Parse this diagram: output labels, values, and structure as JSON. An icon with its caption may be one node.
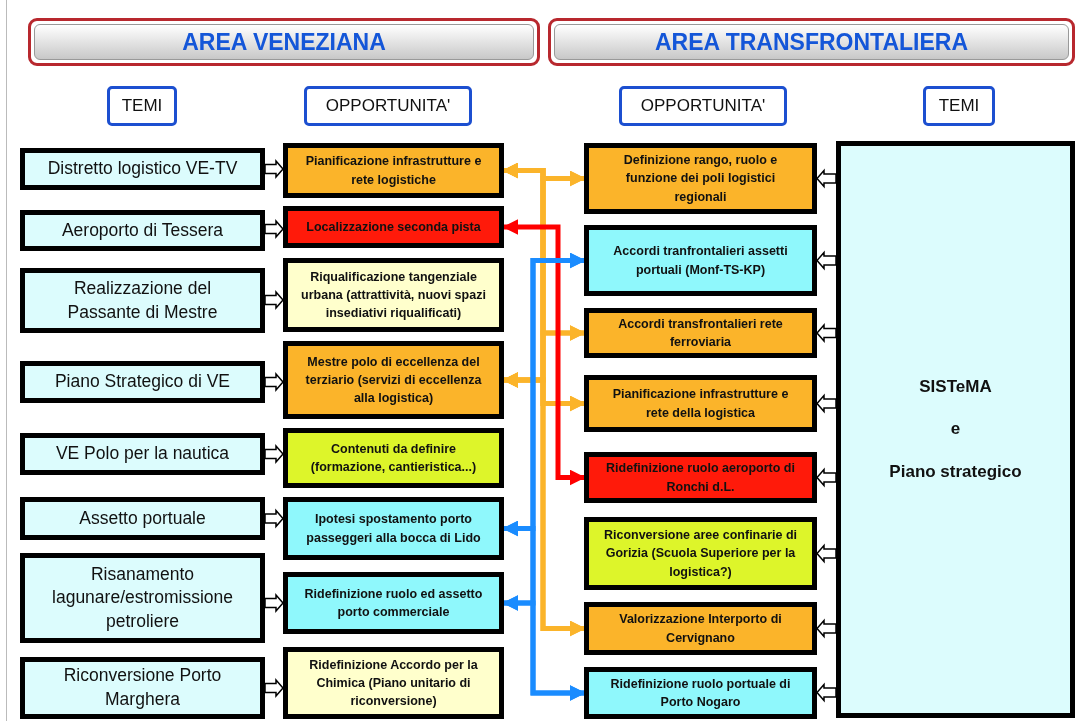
{
  "diagram": {
    "nodes": [
      {
        "text": [
          "AREA VENEZIANA"
        ]
      },
      {
        "text": [
          "AREA TRANSFRONTALIERA"
        ]
      },
      {
        "text": [
          "TEMI"
        ]
      },
      {
        "text": [
          "OPPORTUNITA'"
        ]
      },
      {
        "text": [
          "OPPORTUNITA'"
        ]
      },
      {
        "text": [
          "TEMI"
        ]
      },
      {
        "text": [
          "Distretto logistico VE-TV"
        ]
      },
      {
        "text": [
          "Aeroporto di Tessera"
        ]
      },
      {
        "text": [
          "Realizzazione del Passante di Mestre"
        ]
      },
      {
        "text": [
          "Piano Strategico di VE"
        ]
      },
      {
        "text": [
          "VE Polo per la nautica"
        ]
      },
      {
        "text": [
          "Assetto portuale"
        ]
      },
      {
        "text": [
          "Risanamento lagunare/estromissione petroliere"
        ]
      },
      {
        "text": [
          "Riconversione Porto Marghera"
        ]
      },
      {
        "text": [
          "Pianificazione infrastrutture e rete logistiche"
        ]
      },
      {
        "text": [
          "Localizzazione seconda pista"
        ]
      },
      {
        "text": [
          "Riqualificazione tangenziale urbana (attrattività, nuovi spazi insediativi riqualificati)"
        ]
      },
      {
        "text": [
          "Mestre polo di eccellenza del terziario (servizi di eccellenza alla logistica)"
        ]
      },
      {
        "text": [
          "Contenuti da definire (formazione, cantieristica...)"
        ]
      },
      {
        "text": [
          "Ipotesi spostamento porto passeggeri alla bocca di Lido"
        ]
      },
      {
        "text": [
          "Ridefinizione ruolo ed assetto porto commerciale"
        ]
      },
      {
        "text": [
          "Ridefinizione Accordo per la Chimica (Piano unitario di riconversione)"
        ]
      },
      {
        "text": [
          "Definizione rango, ruolo e funzione dei poli logistici regionali"
        ]
      },
      {
        "text": [
          "Accordi tranfrontalieri assetti portuali (Monf-TS-KP)"
        ]
      },
      {
        "text": [
          "Accordi transfrontalieri rete ferroviaria"
        ]
      },
      {
        "text": [
          "Pianificazione infrastrutture e rete della logistica"
        ]
      },
      {
        "text": [
          "Ridefinizione ruolo aeroporto di Ronchi d.L."
        ]
      },
      {
        "text": [
          "Riconversione aree confinarie di Gorizia (Scuola Superiore per la logistica?)"
        ]
      },
      {
        "text": [
          "Valorizzazione Interporto di Cervignano"
        ]
      },
      {
        "text": [
          "Ridefinizione ruolo portuale di Porto Nogaro"
        ]
      },
      {
        "text": [
          "SISTeMA",
          "e",
          "Piano strategico"
        ]
      }
    ],
    "edges": [
      {
        "from": 6,
        "to": 14,
        "arrow": "to"
      },
      {
        "from": 7,
        "to": 15,
        "arrow": "to"
      },
      {
        "from": 8,
        "to": 16,
        "arrow": "to"
      },
      {
        "from": 9,
        "to": 17,
        "arrow": "to"
      },
      {
        "from": 10,
        "to": 18,
        "arrow": "to"
      },
      {
        "from": 11,
        "to": 19,
        "arrow": "to"
      },
      {
        "from": 12,
        "to": 20,
        "arrow": "to"
      },
      {
        "from": 13,
        "to": 21,
        "arrow": "to"
      },
      {
        "from": 30,
        "to": 22,
        "arrow": "to"
      },
      {
        "from": 30,
        "to": 23,
        "arrow": "to"
      },
      {
        "from": 30,
        "to": 24,
        "arrow": "to"
      },
      {
        "from": 30,
        "to": 25,
        "arrow": "to"
      },
      {
        "from": 30,
        "to": 26,
        "arrow": "to"
      },
      {
        "from": 30,
        "to": 27,
        "arrow": "to"
      },
      {
        "from": 30,
        "to": 28,
        "arrow": "to"
      },
      {
        "from": 30,
        "to": 29,
        "arrow": "to"
      },
      {
        "from": 14,
        "to": 22,
        "arrow": "both",
        "color": "#fbb42a"
      },
      {
        "from": 14,
        "to": 24,
        "arrow": "both",
        "color": "#fbb42a"
      },
      {
        "from": 14,
        "to": 25,
        "arrow": "both",
        "color": "#fbb42a"
      },
      {
        "from": 14,
        "to": 28,
        "arrow": "both",
        "color": "#fbb42a"
      },
      {
        "from": 17,
        "to": 22,
        "arrow": "both",
        "color": "#fbb42a"
      },
      {
        "from": 17,
        "to": 24,
        "arrow": "both",
        "color": "#fbb42a"
      },
      {
        "from": 17,
        "to": 25,
        "arrow": "both",
        "color": "#fbb42a"
      },
      {
        "from": 17,
        "to": 28,
        "arrow": "both",
        "color": "#fbb42a"
      },
      {
        "from": 15,
        "to": 26,
        "arrow": "both",
        "color": "#ff0000"
      },
      {
        "from": 19,
        "to": 23,
        "arrow": "both",
        "color": "#1a8cff"
      },
      {
        "from": 19,
        "to": 29,
        "arrow": "both",
        "color": "#1a8cff"
      },
      {
        "from": 20,
        "to": 23,
        "arrow": "both",
        "color": "#1a8cff"
      },
      {
        "from": 20,
        "to": 29,
        "arrow": "both",
        "color": "#1a8cff"
      }
    ]
  }
}
